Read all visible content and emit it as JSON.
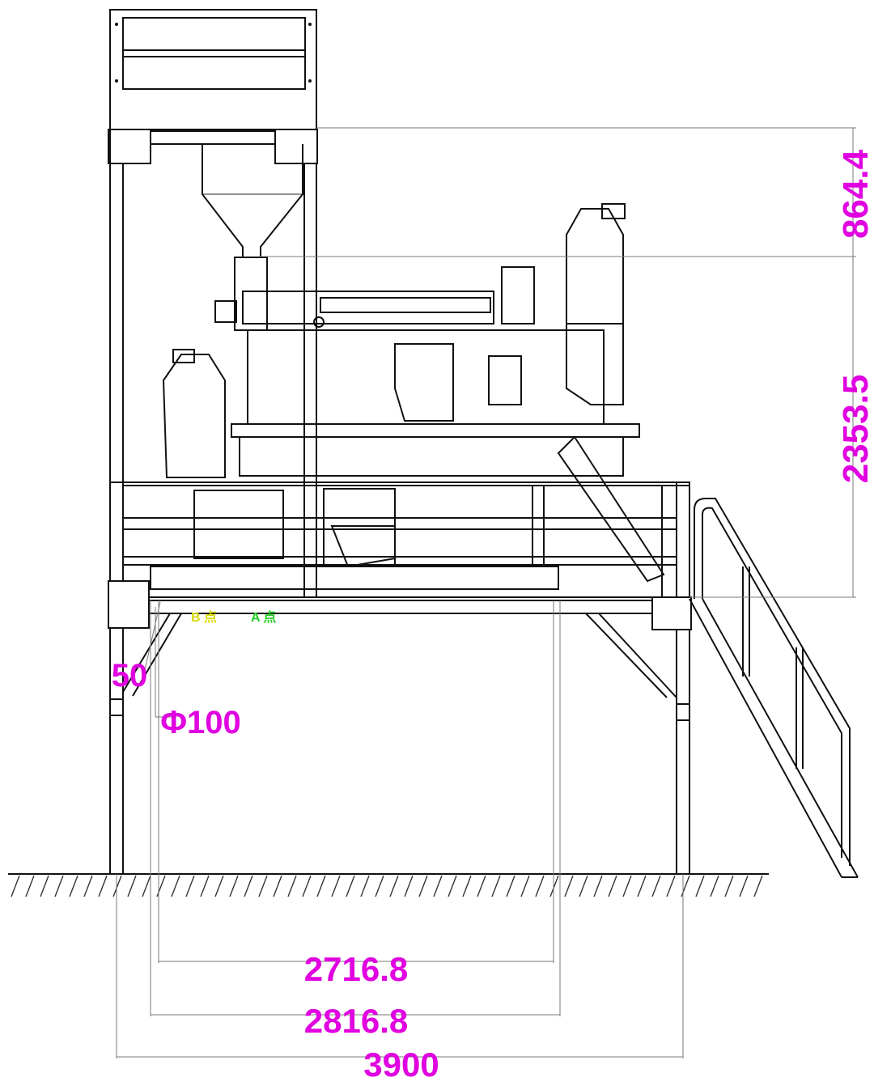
{
  "dimensions": {
    "upper_height": "864.4",
    "main_height": "2353.5",
    "inner_width": "2716.8",
    "outer_width": "2816.8",
    "total_width": "3900",
    "offset": "50",
    "leg_diameter": "Φ100"
  },
  "callouts": {
    "tag_b": "B 点",
    "tag_a": "A 点"
  },
  "colors": {
    "dimension_text": "#e000e0",
    "line": "#111111",
    "dimension_line": "#7a7a7a",
    "tag_b": "#d8d800",
    "tag_a": "#22cc22"
  }
}
